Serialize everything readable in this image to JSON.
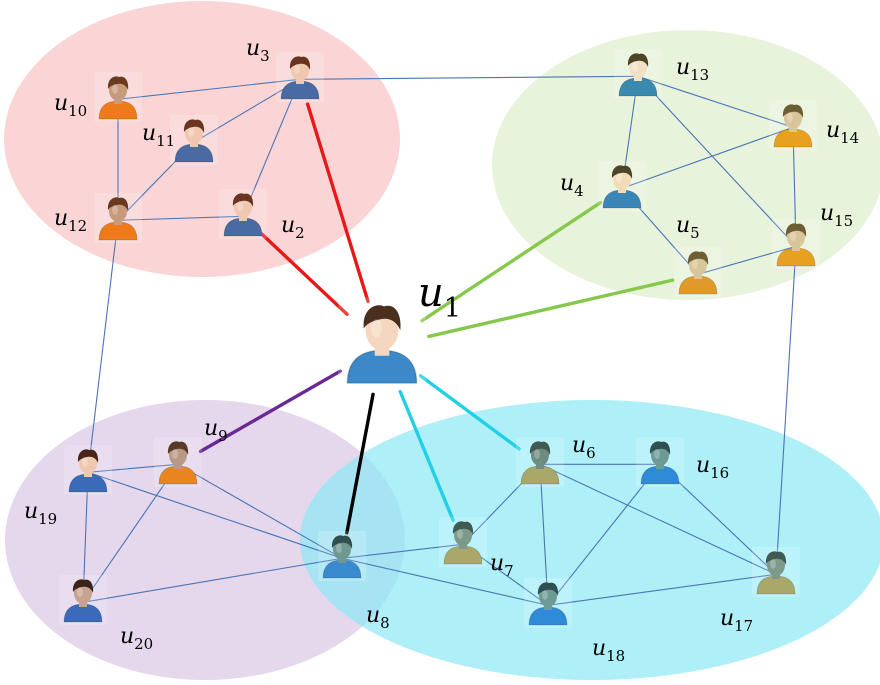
{
  "communities": [
    {
      "id": "red",
      "color": "#fbd0d0"
    },
    {
      "id": "green",
      "color": "#e5f2d8"
    },
    {
      "id": "purple",
      "color": "#e2d3ea"
    },
    {
      "id": "cyan",
      "color": "#8fe9f5"
    }
  ],
  "users": [
    {
      "id": "u1",
      "label": "u",
      "sub": "1",
      "shirt": "#3c88c8",
      "face": "#f5d7bf",
      "hair": "#4a2e1e"
    },
    {
      "id": "u2",
      "label": "u",
      "sub": "2",
      "shirt": "#4a6aa3",
      "face": "#f0c8b0",
      "hair": "#6a3520"
    },
    {
      "id": "u3",
      "label": "u",
      "sub": "3",
      "shirt": "#4a6aa3",
      "face": "#f0c8b0",
      "hair": "#6a3520"
    },
    {
      "id": "u4",
      "label": "u",
      "sub": "4",
      "shirt": "#3a86b8",
      "face": "#f2dcb8",
      "hair": "#4d4528"
    },
    {
      "id": "u5",
      "label": "u",
      "sub": "5",
      "shirt": "#e09a2a",
      "face": "#d8c59a",
      "hair": "#6e5e34"
    },
    {
      "id": "u6",
      "label": "u",
      "sub": "6",
      "shirt": "#a9a86a",
      "face": "#6e8c80",
      "hair": "#3e5a52"
    },
    {
      "id": "u7",
      "label": "u",
      "sub": "7",
      "shirt": "#a9a86a",
      "face": "#7c9a8a",
      "hair": "#3e5a52"
    },
    {
      "id": "u8",
      "label": "u",
      "sub": "8",
      "shirt": "#3a8ad0",
      "face": "#6f9890",
      "hair": "#30504e"
    },
    {
      "id": "u9",
      "label": "u",
      "sub": "9",
      "shirt": "#e8851e",
      "face": "#b89a84",
      "hair": "#5a3a26"
    },
    {
      "id": "u10",
      "label": "u",
      "sub": "10",
      "shirt": "#ee7a1a",
      "face": "#c89a7c",
      "hair": "#6a3a20"
    },
    {
      "id": "u11",
      "label": "u",
      "sub": "11",
      "shirt": "#4a6aa3",
      "face": "#f0c8b0",
      "hair": "#6a3520"
    },
    {
      "id": "u12",
      "label": "u",
      "sub": "12",
      "shirt": "#ee7a1a",
      "face": "#c89a7c",
      "hair": "#6a3a20"
    },
    {
      "id": "u13",
      "label": "u",
      "sub": "13",
      "shirt": "#3a8ab0",
      "face": "#f2e0c6",
      "hair": "#4d4528"
    },
    {
      "id": "u14",
      "label": "u",
      "sub": "14",
      "shirt": "#e8a020",
      "face": "#d8c59a",
      "hair": "#6e5e34"
    },
    {
      "id": "u15",
      "label": "u",
      "sub": "15",
      "shirt": "#e8a020",
      "face": "#d8c59a",
      "hair": "#6e5e34"
    },
    {
      "id": "u16",
      "label": "u",
      "sub": "16",
      "shirt": "#2f8ad8",
      "face": "#6c9a94",
      "hair": "#2e5050"
    },
    {
      "id": "u17",
      "label": "u",
      "sub": "17",
      "shirt": "#a9a86a",
      "face": "#7c9a8a",
      "hair": "#3e5a52"
    },
    {
      "id": "u18",
      "label": "u",
      "sub": "18",
      "shirt": "#2f8ad8",
      "face": "#6c9a94",
      "hair": "#2e5050"
    },
    {
      "id": "u19",
      "label": "u",
      "sub": "19",
      "shirt": "#3a6ab8",
      "face": "#f0c8b0",
      "hair": "#4a2418"
    },
    {
      "id": "u20",
      "label": "u",
      "sub": "20",
      "shirt": "#3a6ab8",
      "face": "#c6a48e",
      "hair": "#3a2418"
    }
  ],
  "links": [
    {
      "from": "u1",
      "to": "u2",
      "color": "#e81818"
    },
    {
      "from": "u1",
      "to": "u3",
      "color": "#e81818"
    },
    {
      "from": "u1",
      "to": "u4",
      "color": "#86c84a"
    },
    {
      "from": "u1",
      "to": "u5",
      "color": "#86c84a"
    },
    {
      "from": "u1",
      "to": "u6",
      "color": "#22d0e6"
    },
    {
      "from": "u1",
      "to": "u7",
      "color": "#22d0e6"
    },
    {
      "from": "u1",
      "to": "u8",
      "color": "#000000"
    },
    {
      "from": "u1",
      "to": "u9",
      "color": "#6a2a96"
    },
    {
      "from": "u10",
      "to": "u3"
    },
    {
      "from": "u10",
      "to": "u12"
    },
    {
      "from": "u11",
      "to": "u3"
    },
    {
      "from": "u11",
      "to": "u12"
    },
    {
      "from": "u12",
      "to": "u2"
    },
    {
      "from": "u2",
      "to": "u3"
    },
    {
      "from": "u3",
      "to": "u13"
    },
    {
      "from": "u13",
      "to": "u4"
    },
    {
      "from": "u13",
      "to": "u14"
    },
    {
      "from": "u13",
      "to": "u15"
    },
    {
      "from": "u14",
      "to": "u4"
    },
    {
      "from": "u14",
      "to": "u15"
    },
    {
      "from": "u4",
      "to": "u5"
    },
    {
      "from": "u5",
      "to": "u15"
    },
    {
      "from": "u15",
      "to": "u17"
    },
    {
      "from": "u12",
      "to": "u19"
    },
    {
      "from": "u19",
      "to": "u9"
    },
    {
      "from": "u19",
      "to": "u20"
    },
    {
      "from": "u19",
      "to": "u8"
    },
    {
      "from": "u9",
      "to": "u20"
    },
    {
      "from": "u9",
      "to": "u8"
    },
    {
      "from": "u20",
      "to": "u8"
    },
    {
      "from": "u8",
      "to": "u7"
    },
    {
      "from": "u8",
      "to": "u18"
    },
    {
      "from": "u7",
      "to": "u6"
    },
    {
      "from": "u7",
      "to": "u18"
    },
    {
      "from": "u6",
      "to": "u16"
    },
    {
      "from": "u6",
      "to": "u18"
    },
    {
      "from": "u6",
      "to": "u17"
    },
    {
      "from": "u16",
      "to": "u18"
    },
    {
      "from": "u16",
      "to": "u17"
    },
    {
      "from": "u18",
      "to": "u17"
    }
  ],
  "thin_link_color": "#4a74b4"
}
